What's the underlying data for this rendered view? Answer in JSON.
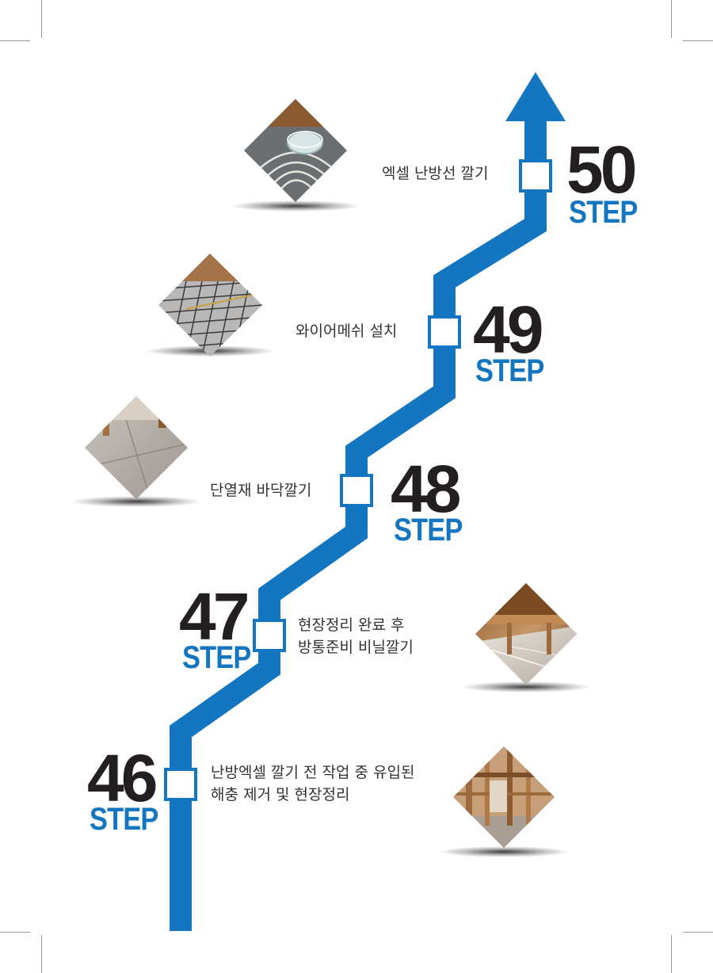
{
  "theme": {
    "path_color": "#1476c1",
    "marker_fill": "#ffffff",
    "number_color": "#231f20",
    "step_color": "#1476c1"
  },
  "steps": [
    {
      "number": "46",
      "unit": "STEP",
      "lines": [
        "난방엑셀 깔기 전 작업 중 유입된",
        "해충 제거 및 현장정리"
      ],
      "photo_icon": "construction-framing-photo"
    },
    {
      "number": "47",
      "unit": "STEP",
      "lines": [
        "현장정리 완료 후",
        "방통준비 비닐깔기"
      ],
      "photo_icon": "vinyl-sheet-photo"
    },
    {
      "number": "48",
      "unit": "STEP",
      "lines": [
        "단열재 바닥깔기"
      ],
      "photo_icon": "insulation-board-photo"
    },
    {
      "number": "49",
      "unit": "STEP",
      "lines": [
        "와이어메쉬 설치"
      ],
      "photo_icon": "wire-mesh-photo"
    },
    {
      "number": "50",
      "unit": "STEP",
      "lines": [
        "엑셀 난방선 깔기"
      ],
      "photo_icon": "heating-pipe-photo"
    }
  ]
}
